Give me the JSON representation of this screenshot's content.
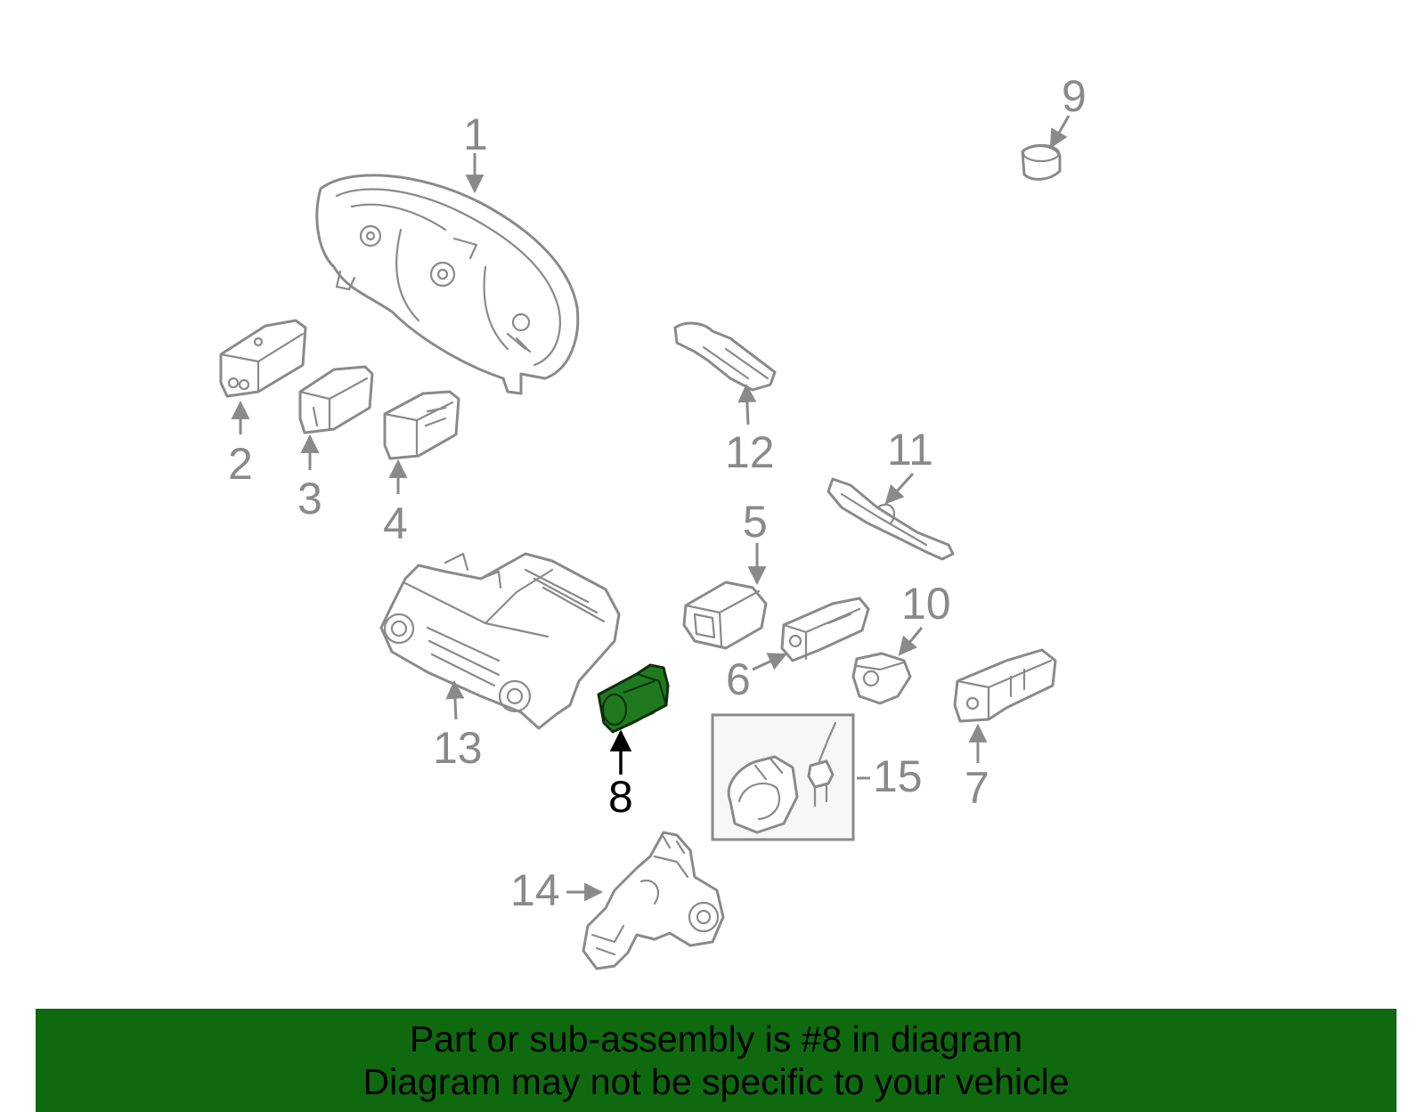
{
  "diagram": {
    "callouts": {
      "c1": "1",
      "c2": "2",
      "c3": "3",
      "c4": "4",
      "c5": "5",
      "c6": "6",
      "c7": "7",
      "c8": "8",
      "c9": "9",
      "c10": "10",
      "c11": "11",
      "c12": "12",
      "c13": "13",
      "c14": "14",
      "c15": "15"
    },
    "highlighted_part": "8",
    "colors": {
      "part_line": "#8a8a8a",
      "highlight_fill": "#1f7a1f",
      "banner_bg": "#0f6a0f",
      "text_dark": "#000000"
    }
  },
  "banner": {
    "line1": "Part or sub-assembly is #8 in diagram",
    "line2": "Diagram may not be specific to your vehicle"
  }
}
